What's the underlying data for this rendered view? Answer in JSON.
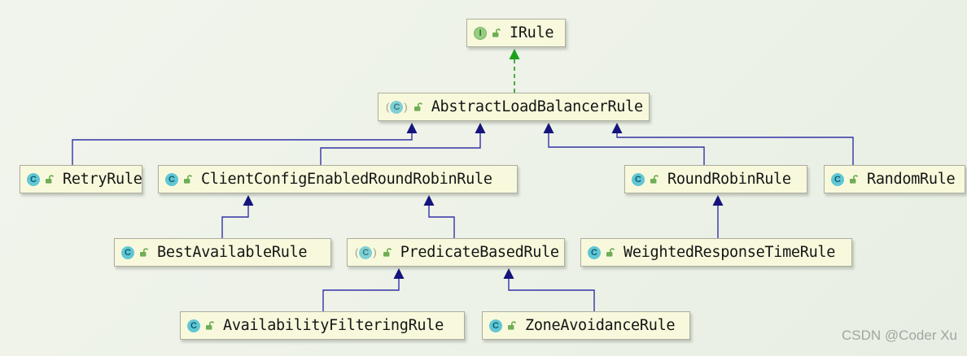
{
  "diagram": {
    "type": "uml-class-hierarchy",
    "nodes": [
      {
        "id": "irule",
        "label": "IRule",
        "kind": "interface",
        "visibility": "public"
      },
      {
        "id": "abstractloadbalancer",
        "label": "AbstractLoadBalancerRule",
        "kind": "abstract-class",
        "visibility": "public"
      },
      {
        "id": "retry",
        "label": "RetryRule",
        "kind": "class",
        "visibility": "public"
      },
      {
        "id": "clientconfig",
        "label": "ClientConfigEnabledRoundRobinRule",
        "kind": "class",
        "visibility": "public"
      },
      {
        "id": "roundrobin",
        "label": "RoundRobinRule",
        "kind": "class",
        "visibility": "public"
      },
      {
        "id": "random",
        "label": "RandomRule",
        "kind": "class",
        "visibility": "public"
      },
      {
        "id": "bestavailable",
        "label": "BestAvailableRule",
        "kind": "class",
        "visibility": "public"
      },
      {
        "id": "predicatebased",
        "label": "PredicateBasedRule",
        "kind": "abstract-class",
        "visibility": "public"
      },
      {
        "id": "weightedresponse",
        "label": "WeightedResponseTimeRule",
        "kind": "class",
        "visibility": "public"
      },
      {
        "id": "availabilityfilter",
        "label": "AvailabilityFilteringRule",
        "kind": "class",
        "visibility": "public"
      },
      {
        "id": "zoneavoidance",
        "label": "ZoneAvoidanceRule",
        "kind": "class",
        "visibility": "public"
      }
    ],
    "edges": [
      {
        "from": "AbstractLoadBalancerRule",
        "to": "IRule",
        "relation": "implements"
      },
      {
        "from": "RetryRule",
        "to": "AbstractLoadBalancerRule",
        "relation": "extends"
      },
      {
        "from": "ClientConfigEnabledRoundRobinRule",
        "to": "AbstractLoadBalancerRule",
        "relation": "extends"
      },
      {
        "from": "RoundRobinRule",
        "to": "AbstractLoadBalancerRule",
        "relation": "extends"
      },
      {
        "from": "RandomRule",
        "to": "AbstractLoadBalancerRule",
        "relation": "extends"
      },
      {
        "from": "BestAvailableRule",
        "to": "ClientConfigEnabledRoundRobinRule",
        "relation": "extends"
      },
      {
        "from": "PredicateBasedRule",
        "to": "ClientConfigEnabledRoundRobinRule",
        "relation": "extends"
      },
      {
        "from": "WeightedResponseTimeRule",
        "to": "RoundRobinRule",
        "relation": "extends"
      },
      {
        "from": "AvailabilityFilteringRule",
        "to": "PredicateBasedRule",
        "relation": "extends"
      },
      {
        "from": "ZoneAvoidanceRule",
        "to": "PredicateBasedRule",
        "relation": "extends"
      }
    ]
  },
  "glyphs": {
    "class_letter": "C",
    "interface_letter": "I",
    "paren_open": "(",
    "paren_close": ")"
  },
  "colors": {
    "node_fill": "#f8f9dc",
    "node_border": "#adada0",
    "extends_line": "#3333a6",
    "extends_arrowhead": "#14147c",
    "implements_arrow": "#1ca01c",
    "class_icon": "#62c6d5",
    "interface_icon": "#97cd83",
    "canvas_background": "#edf2e8"
  },
  "watermark": {
    "text": "CSDN @Coder Xu"
  }
}
